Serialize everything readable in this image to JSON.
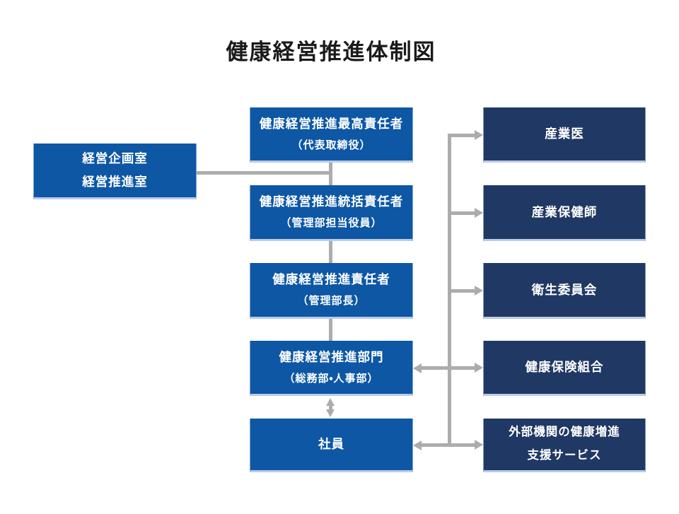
{
  "title": "健康経営推進体制図",
  "colors": {
    "box_blue": "#0d57a5",
    "box_navy": "#203864",
    "connector_gray": "#acacac",
    "box_text": "#ffffff",
    "title_text": "#1a1a1a",
    "box_bottom_edge": "#bccbe8",
    "background": "#ffffff"
  },
  "left_box": {
    "line1": "経営企画室",
    "line2": "経営推進室"
  },
  "center_boxes": [
    {
      "line1": "健康経営推進最高責任者",
      "line2": "（代表取締役）"
    },
    {
      "line1": "健康経営推進統括責任者",
      "line2": "（管理部担当役員）"
    },
    {
      "line1": "健康経営推進責任者",
      "line2": "（管理部長）"
    },
    {
      "line1": "健康経営推進部門",
      "line2": "（総務部・人事部）"
    },
    {
      "line1": "社員"
    }
  ],
  "right_boxes": [
    {
      "line1": "産業医"
    },
    {
      "line1": "産業保健師"
    },
    {
      "line1": "衛生委員会"
    },
    {
      "line1": "健康保険組合"
    },
    {
      "line1": "外部機関の健康増進",
      "line2": "支援サービス"
    }
  ]
}
